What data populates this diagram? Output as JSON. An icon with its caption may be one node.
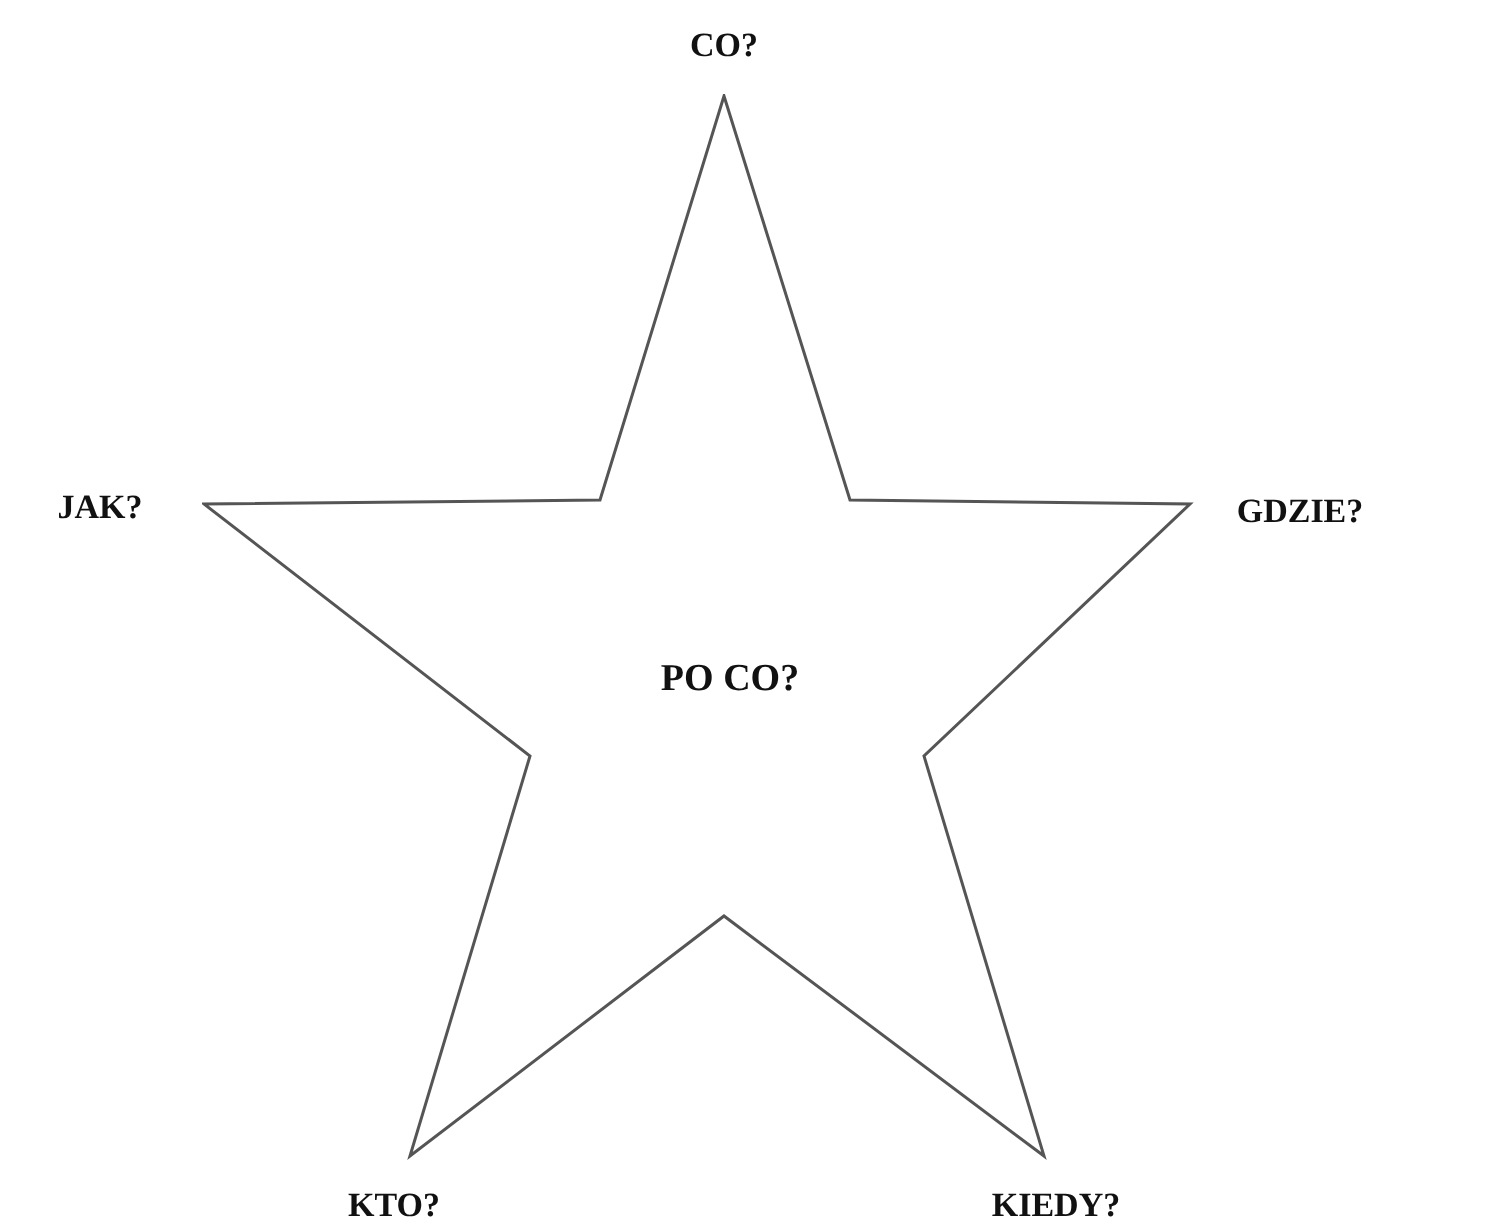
{
  "diagram": {
    "nodes": [
      {
        "text": [
          "PO CO?"
        ]
      }
    ],
    "labels": [
      "CO?",
      "JAK?",
      "GDZIE?",
      "KTO?",
      "KIEDY?"
    ]
  }
}
